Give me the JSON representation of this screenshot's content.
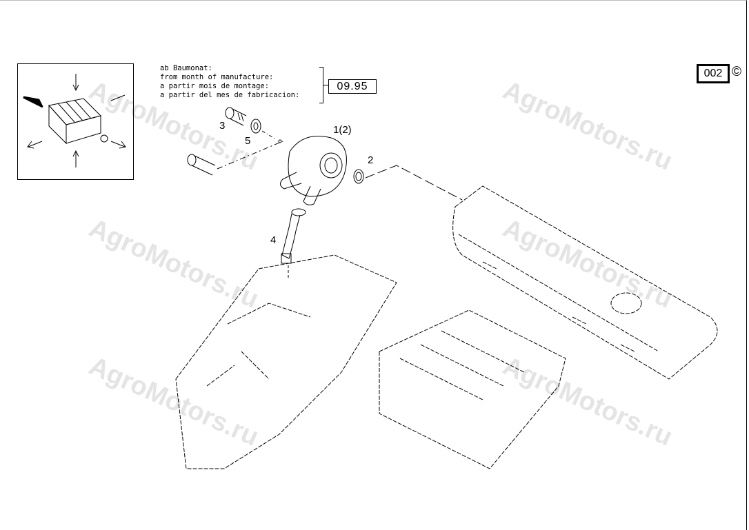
{
  "watermark": "AgroMotors.ru",
  "validity_note": {
    "lines": [
      "ab Baumonat:",
      "from month of manufacture:",
      "a partir mois de montage:",
      "a partir del mes de fabricacion:"
    ],
    "date": "09.95"
  },
  "page_number": "002",
  "copyright_symbol": "©",
  "callouts": {
    "c1": "1(2)",
    "c2": "2",
    "c3": "3",
    "c4": "4",
    "c5": "5"
  }
}
